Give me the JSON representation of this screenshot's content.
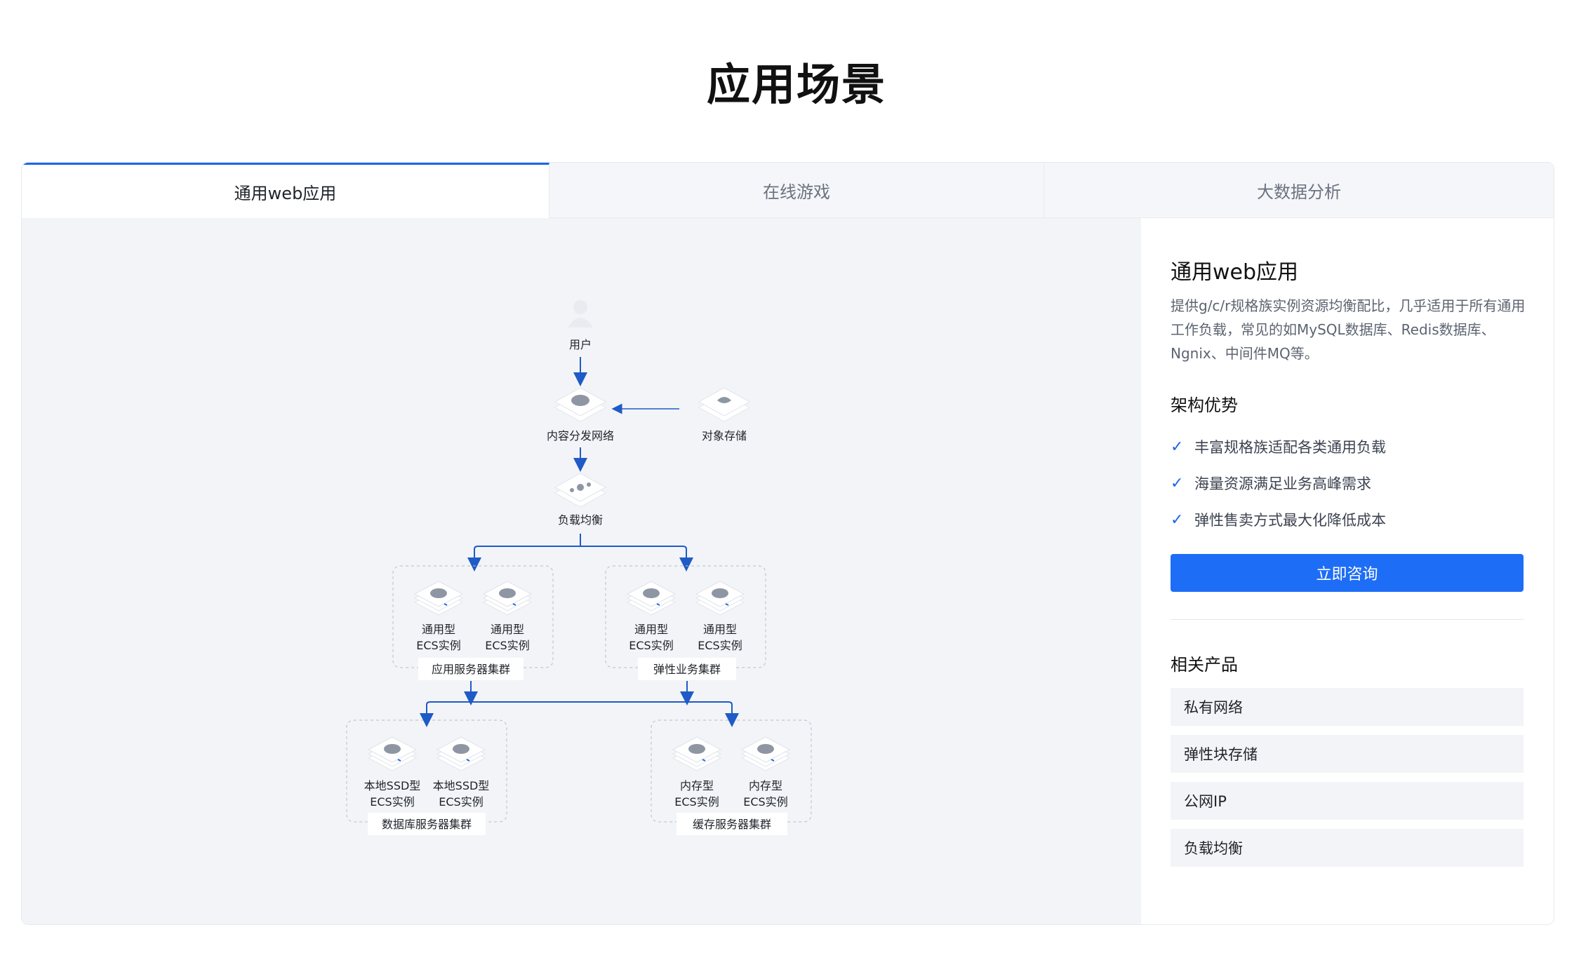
{
  "page": {
    "title": "应用场景"
  },
  "tabs": [
    {
      "label": "通用web应用",
      "active": true
    },
    {
      "label": "在线游戏",
      "active": false
    },
    {
      "label": "大数据分析",
      "active": false
    }
  ],
  "diagram": {
    "user": "用户",
    "cdn": "内容分发网络",
    "oss": "对象存储",
    "slb": "负载均衡",
    "groups": [
      {
        "label": "应用服务器集群",
        "nodes": [
          [
            "通用型",
            "ECS实例"
          ],
          [
            "通用型",
            "ECS实例"
          ]
        ]
      },
      {
        "label": "弹性业务集群",
        "nodes": [
          [
            "通用型",
            "ECS实例"
          ],
          [
            "通用型",
            "ECS实例"
          ]
        ]
      },
      {
        "label": "数据库服务器集群",
        "nodes": [
          [
            "本地SSD型",
            "ECS实例"
          ],
          [
            "本地SSD型",
            "ECS实例"
          ]
        ]
      },
      {
        "label": "缓存服务器集群",
        "nodes": [
          [
            "内存型",
            "ECS实例"
          ],
          [
            "内存型",
            "ECS实例"
          ]
        ]
      }
    ]
  },
  "side": {
    "title": "通用web应用",
    "description": "提供g/c/r规格族实例资源均衡配比，几乎适用于所有通用工作负载，常见的如MySQL数据库、Redis数据库、Ngnix、中间件MQ等。",
    "advantages_title": "架构优势",
    "advantages": [
      "丰富规格族适配各类通用负载",
      "海量资源满足业务高峰需求",
      "弹性售卖方式最大化降低成本"
    ],
    "cta": "立即咨询",
    "related_title": "相关产品",
    "related": [
      "私有网络",
      "弹性块存储",
      "公网IP",
      "负载均衡"
    ]
  },
  "colors": {
    "accent": "#1e6df6",
    "line": "#1e5bc6",
    "panel_bg": "#f3f4f8"
  }
}
